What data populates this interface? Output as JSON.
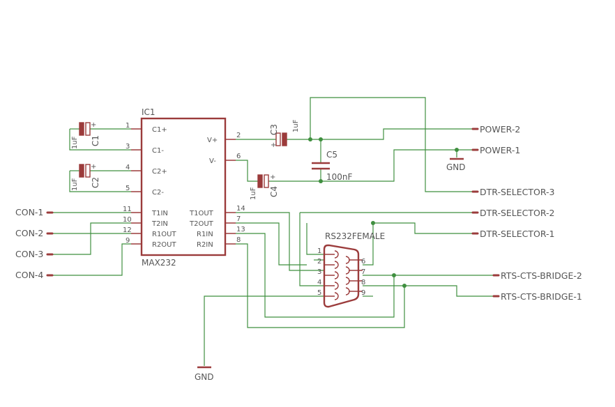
{
  "ic": {
    "ref": "IC1",
    "value": "MAX232",
    "pins_left": [
      {
        "num": "1",
        "name": "C1+"
      },
      {
        "num": "3",
        "name": "C1-"
      },
      {
        "num": "4",
        "name": "C2+"
      },
      {
        "num": "5",
        "name": "C2-"
      },
      {
        "num": "11",
        "name": "T1IN"
      },
      {
        "num": "10",
        "name": "T2IN"
      },
      {
        "num": "12",
        "name": "R1OUT"
      },
      {
        "num": "9",
        "name": "R2OUT"
      }
    ],
    "pins_right": [
      {
        "num": "2",
        "name": "V+"
      },
      {
        "num": "6",
        "name": "V-"
      },
      {
        "num": "14",
        "name": "T1OUT"
      },
      {
        "num": "7",
        "name": "T2OUT"
      },
      {
        "num": "13",
        "name": "R1IN"
      },
      {
        "num": "8",
        "name": "R2IN"
      }
    ]
  },
  "caps": {
    "c1": {
      "ref": "C1",
      "value": "1uF"
    },
    "c2": {
      "ref": "C2",
      "value": "1uF"
    },
    "c3": {
      "ref": "C3",
      "value": "1uF"
    },
    "c4": {
      "ref": "C4",
      "value": "1uF"
    },
    "c5": {
      "ref": "C5",
      "value": "100nF"
    }
  },
  "connector": {
    "name": "RS232FEMALE",
    "pins": [
      "1",
      "2",
      "3",
      "4",
      "5",
      "6",
      "7",
      "8",
      "9"
    ]
  },
  "nets_left": [
    "CON-1",
    "CON-2",
    "CON-3",
    "CON-4"
  ],
  "nets_right": [
    "POWER-2",
    "POWER-1",
    "DTR-SELECTOR-3",
    "DTR-SELECTOR-2",
    "DTR-SELECTOR-1",
    "RTS-CTS-BRIDGE-2",
    "RTS-CTS-BRIDGE-1"
  ],
  "gnd_label": "GND",
  "plus_sign": "+"
}
